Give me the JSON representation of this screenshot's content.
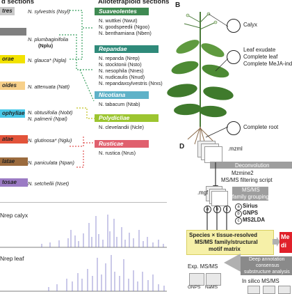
{
  "panel_a": {
    "left_header": "d sections",
    "right_header": "Allotetraploid sections",
    "diploid_sections": [
      {
        "label": "tres",
        "color": "#c9c9c9",
        "species": "N. sylvestris (Nsyl)"
      },
      {
        "label": "",
        "color": "#7f7f7f",
        "species_line1": "N. plumbaginifolia",
        "species_line2": "(Nplu)"
      },
      {
        "label": "orae",
        "color": "#f2e200",
        "species": "N. glauca* (Ngla)"
      },
      {
        "label": "oides",
        "color": "#f7d08a",
        "species": "N. attenuata (Natt)"
      },
      {
        "label": "ophyliae",
        "color": "#48c8e8",
        "species_line1": "N. obtusifolia (Nobt)",
        "species_line2": "N. palmerii (Npal)"
      },
      {
        "label": "atae",
        "color": "#e2533a",
        "species": "N. glutinosa* (Nglu)"
      },
      {
        "label": "latae",
        "color": "#9b6b3e",
        "species": "N. paniculata (Npan)"
      },
      {
        "label": "tosae",
        "color": "#9b7bc4",
        "species": "N. setchellii (Nset)"
      }
    ],
    "allo_sections": [
      {
        "label": "Suaveolentes",
        "color": "#3f8a52",
        "species": [
          "N. wuttkei (Nwut)",
          "N. goodspeedii (Ngoo)",
          "N. benthamiana (Nben)"
        ]
      },
      {
        "label": "Repandae",
        "color": "#2f8a7a",
        "species": [
          "N. repanda (Nrep)",
          "N. stocktonii (Nsto)",
          "N. nesophila (Nnes)",
          "N. nudicaulis (Nnud)",
          "N. repandaxsylvestris (Nrxs)"
        ]
      },
      {
        "label": "Nicotiana",
        "color": "#5fb2c8",
        "species": [
          "N. tabacum (Ntab)"
        ]
      },
      {
        "label": "Polydicliae",
        "color": "#9cc530",
        "species": [
          "N. clevelandii (Ncle)"
        ]
      },
      {
        "label": "Rusticae",
        "color": "#e0606e",
        "species": [
          "N. rustica (Nrus)"
        ]
      }
    ]
  },
  "panel_b": {
    "label": "B",
    "organs": [
      "Calyx",
      "Leaf exudate",
      "Complete leaf",
      "Complete MeJA-ind",
      "Complete root"
    ]
  },
  "panel_c": {
    "traces": [
      "Nrep calyx",
      "Nrep leaf"
    ]
  },
  "panel_d": {
    "label": "D",
    "mzml": ".mzml",
    "deconvolution": "Deconvolution",
    "mzmine": "Mzmine2",
    "filter": "MS/MS filtering script",
    "mgf": ".mgf",
    "msms_family": "MS/MS",
    "msms_family2": "family grouping",
    "tools": [
      {
        "letter": "a",
        "name": "Sirius"
      },
      {
        "letter": "b",
        "name": "GNPS"
      },
      {
        "letter": "c",
        "name": "MS2LDA"
      }
    ],
    "matrix_line1": "Species × tissue-resolved",
    "matrix_line2": "MS/MS family/structural",
    "matrix_line3": "motif matrix",
    "red_box_line1": "Me",
    "red_box_line2": "di",
    "deep_line1": "Deep annotation",
    "deep_line2": "consensus",
    "deep_line3": "substructure analysis",
    "exp": "Exp. MS/MS",
    "gnps": "GNPS",
    "nams": "NaMS",
    "insilico": "In silico MS/MS"
  }
}
